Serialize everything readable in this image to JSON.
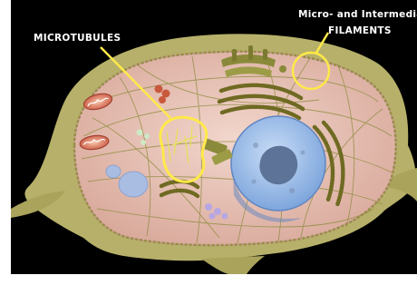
{
  "labels": {
    "microtubules": "MICROTUBULES",
    "filaments_line1": "Micro- and Intermedia",
    "filaments_line2": "FILAMENTS"
  },
  "colors": {
    "background": "#000000",
    "cytoplasm": "#ecc9bf",
    "extracellular_matrix": "#b7b06a",
    "filaments": "#8a8a3a",
    "highlight": "#ffe94a",
    "nucleus": "#a9c9f2",
    "nucleolus": "#5d7398",
    "label_text": "#ffffff"
  }
}
